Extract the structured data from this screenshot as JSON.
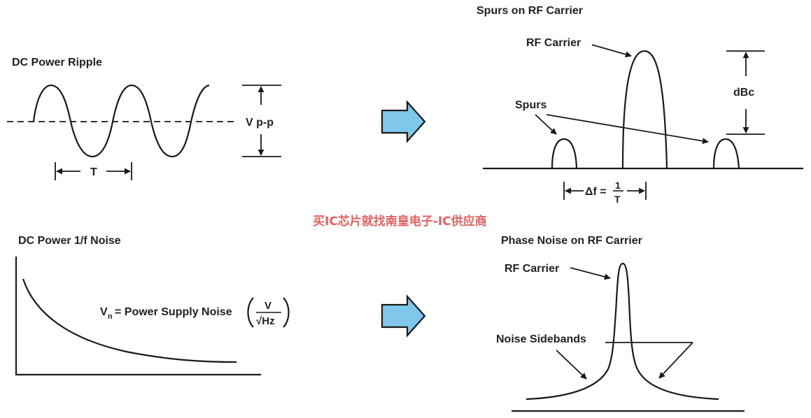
{
  "panels": {
    "dc_ripple": {
      "title": "DC Power Ripple",
      "amplitude_label": "V p-p",
      "period_label": "T"
    },
    "spurs": {
      "title": "Spurs on RF Carrier",
      "carrier_label": "RF Carrier",
      "spurs_label": "Spurs",
      "dbc_label": "dBc",
      "delta_f_label": "Δf =",
      "fraction_numerator": "1",
      "fraction_denominator": "T"
    },
    "dc_noise": {
      "title": "DC Power 1/f Noise",
      "formula_v": "V",
      "formula_sub": "n",
      "formula_text": "= Power Supply Noise",
      "unit_numerator": "V",
      "unit_denominator": "√Hz"
    },
    "phase_noise": {
      "title": "Phase Noise on RF Carrier",
      "carrier_label": "RF Carrier",
      "sidebands_label": "Noise Sidebands"
    }
  },
  "watermark": {
    "text": "买IC芯片就找南皇电子-IC供应商",
    "color": "#e8605f"
  },
  "colors": {
    "arrow_fill": "#7fc8ec",
    "line": "#1a1a1a"
  }
}
